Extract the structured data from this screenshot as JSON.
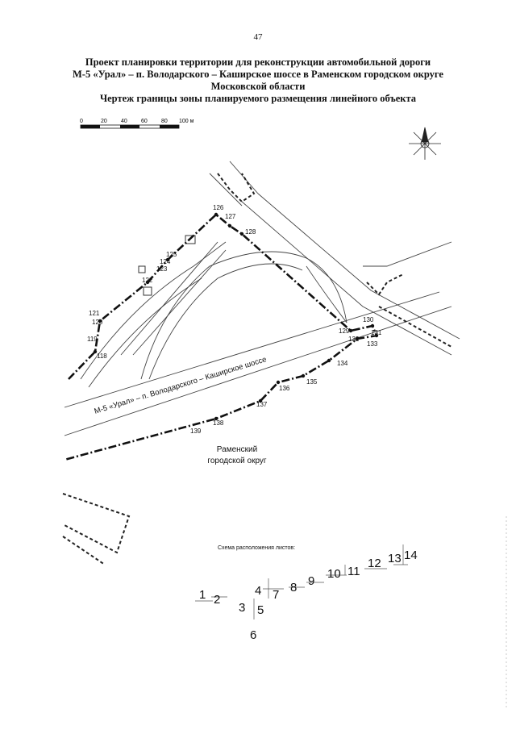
{
  "page": {
    "number": "47"
  },
  "title": {
    "line1": "Проект планировки территории для реконструкции автомобильной дороги",
    "line2": "М-5 «Урал» – п. Володарского – Каширское шоссе в Раменском городском округе",
    "line3": "Московской области",
    "line4": "Чертеж границы зоны планируемого размещения линейного объекта"
  },
  "scale": {
    "ticks": [
      "0",
      "20",
      "40",
      "60",
      "80",
      "100 м"
    ]
  },
  "road_label": "М-5 «Урал» – п. Володарского – Каширское шоссе",
  "district_label": {
    "line1": "Раменский",
    "line2": "городской округ"
  },
  "points": [
    "118",
    "119",
    "120",
    "121",
    "122",
    "123",
    "124",
    "125",
    "126",
    "127",
    "128",
    "129",
    "130",
    "131",
    "132",
    "133",
    "134",
    "135",
    "136",
    "137",
    "138",
    "139"
  ],
  "sheet_scheme": {
    "title": "Схема расположения листов:",
    "sheets": [
      "1",
      "2",
      "3",
      "4",
      "5",
      "6",
      "7",
      "8",
      "9",
      "10",
      "11",
      "12",
      "13",
      "14"
    ]
  },
  "colors": {
    "boundary": "#111111",
    "road": "#444444"
  }
}
